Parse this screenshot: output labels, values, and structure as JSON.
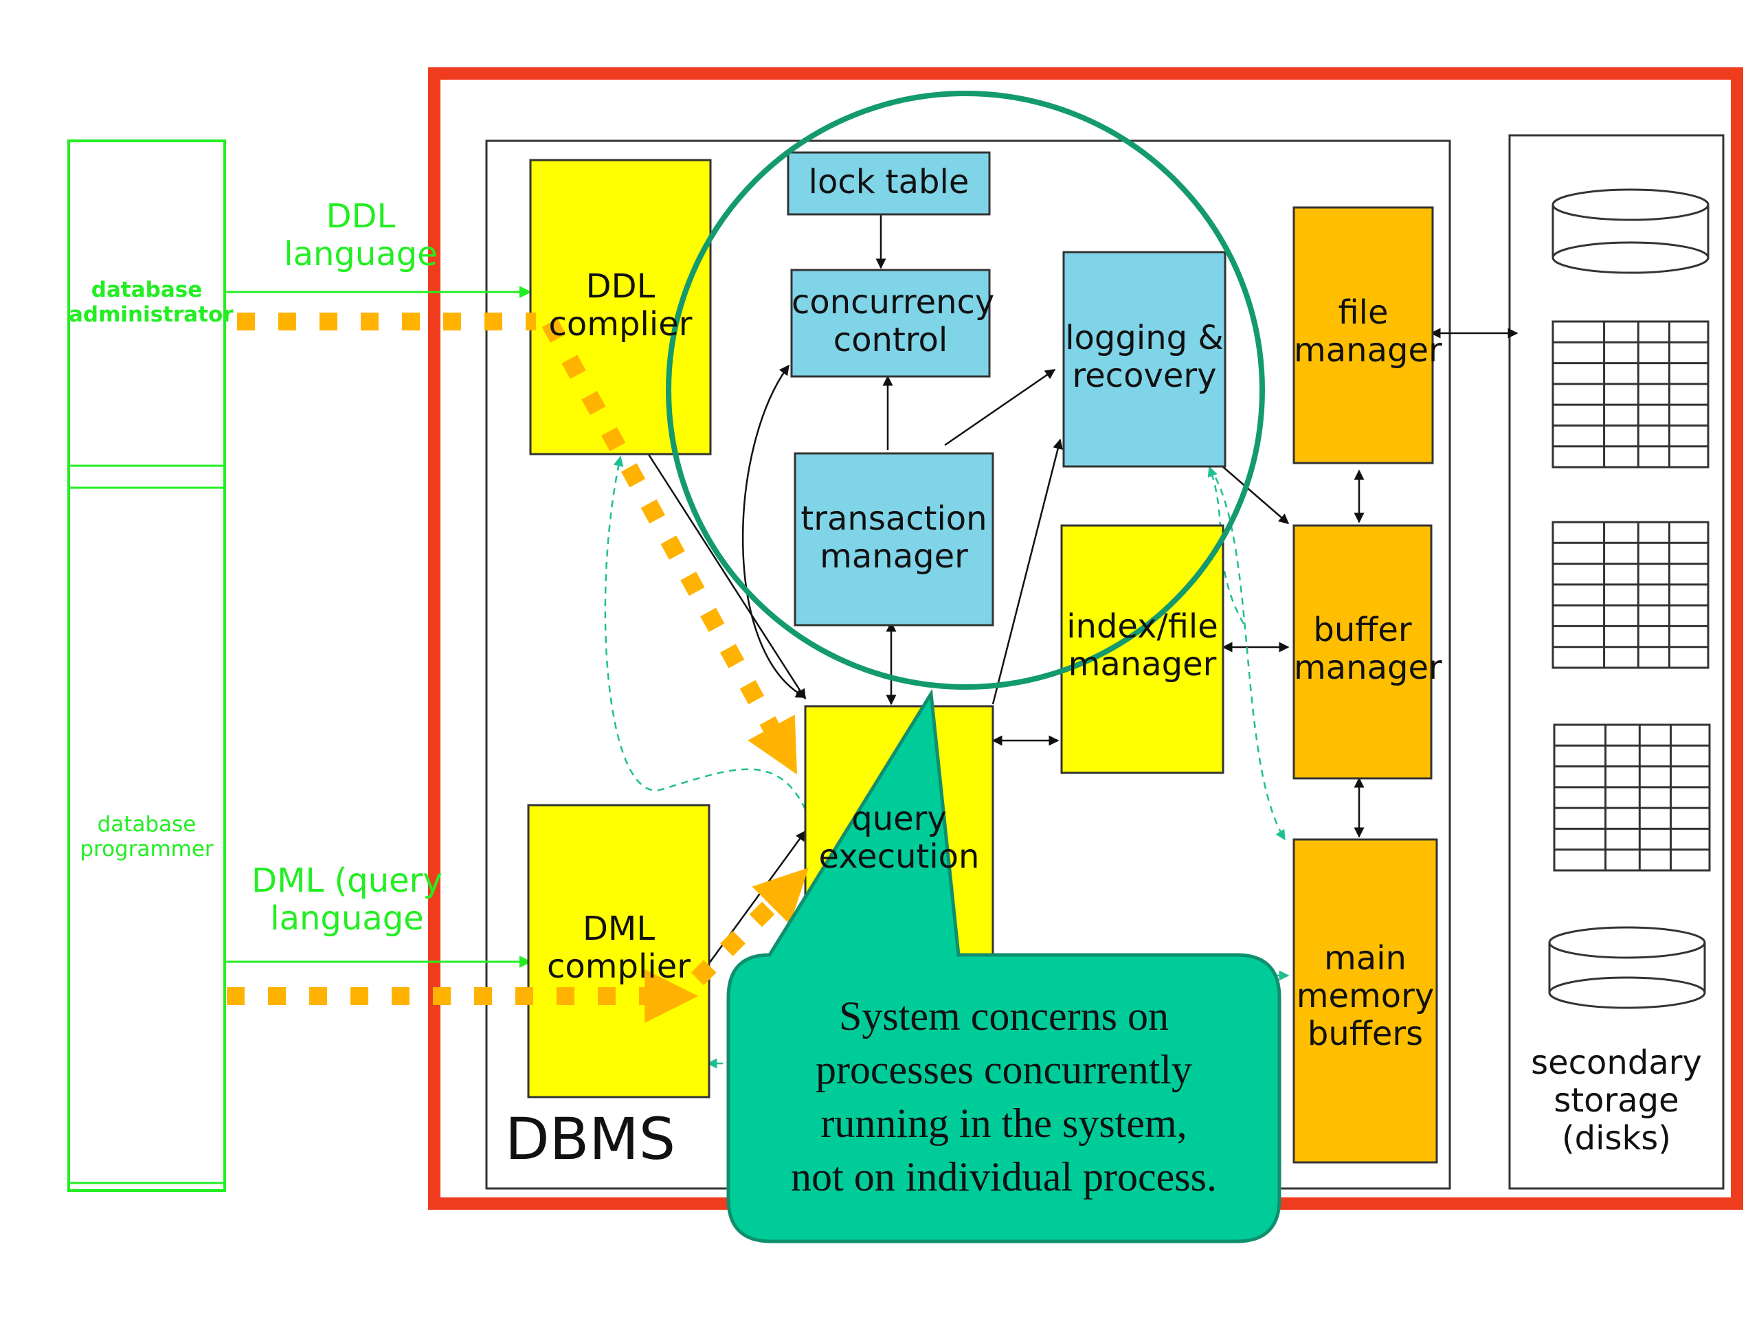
{
  "diagram": {
    "actors": {
      "admin": [
        "database",
        "administrator"
      ],
      "programmer": [
        "database",
        "programmer"
      ]
    },
    "flows": {
      "ddl": [
        "DDL",
        "language"
      ],
      "dml": [
        "DML (query",
        "language"
      ]
    },
    "dbms_label": "DBMS",
    "components": {
      "ddl_compiler": [
        "DDL",
        "complier"
      ],
      "dml_compiler": [
        "DML",
        "complier"
      ],
      "lock_table": [
        "lock table"
      ],
      "concurrency_control": [
        "concurrency",
        "control"
      ],
      "transaction_manager": [
        "transaction",
        "manager"
      ],
      "logging_recovery": [
        "logging &",
        "recovery"
      ],
      "index_file_manager": [
        "index/file",
        "manager"
      ],
      "query_execution": [
        "query",
        "execution"
      ],
      "file_manager": [
        "file",
        "manager"
      ],
      "buffer_manager": [
        "buffer",
        "manager"
      ],
      "main_memory_buffers": [
        "main",
        "memory",
        "buffers"
      ]
    },
    "storage_label": [
      "secondary",
      "storage",
      "(disks)"
    ],
    "callout": [
      "System concerns on",
      "processes concurrently",
      "running in the system,",
      "not on individual process."
    ]
  },
  "colors": {
    "dbms_border": "#f03c1e",
    "yellow_box": "#ffff00",
    "blue_box": "#7fd4e8",
    "orange_box": "#ffbf00",
    "dotted_arrow": "#ffb300",
    "actor_green": "#22ee22",
    "highlight_circle": "#139a6e",
    "callout_fill": "#00cc99"
  }
}
